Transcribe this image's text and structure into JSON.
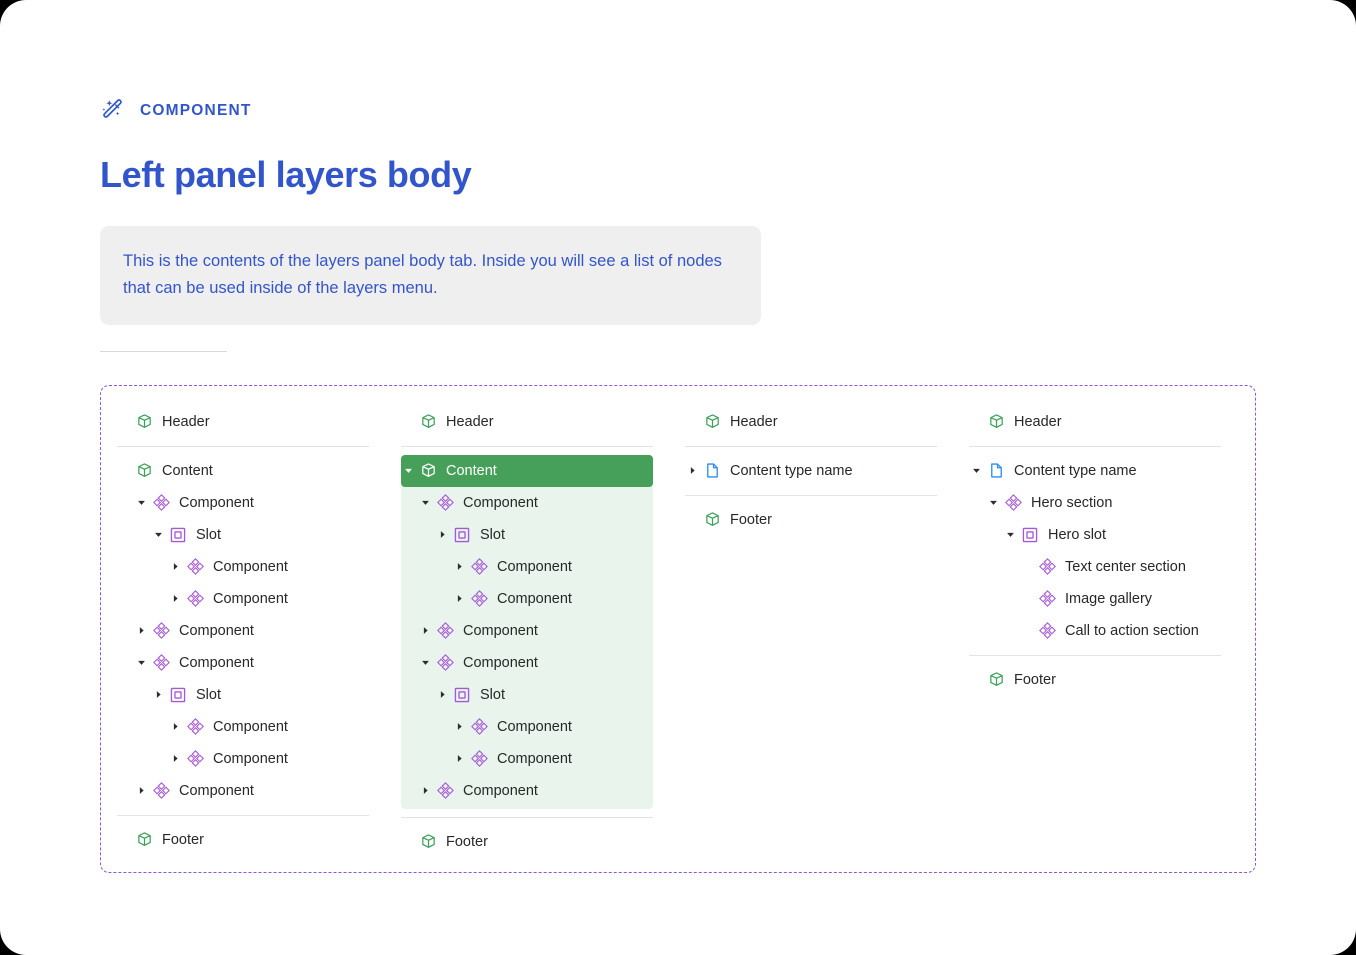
{
  "header": {
    "eyebrow_label": "COMPONENT",
    "eyebrow_icon": "magic-wand-icon",
    "title": "Left panel layers body"
  },
  "callout": {
    "text": "This is the contents of the layers panel body tab. Inside you will see a list of nodes that can be used inside of the layers menu."
  },
  "colors": {
    "accent_blue": "#3355cc",
    "selected_green": "#47a05a",
    "tint_green": "#e9f4ec",
    "cube_green": "#3ba05a",
    "component_purple": "#a558d8",
    "slot_purple": "#a558d8",
    "doc_blue": "#2d8cf0",
    "dashed_border": "#8b58d8",
    "callout_bg": "#efefef",
    "divider": "#e3e3e3"
  },
  "columns": [
    {
      "name": "column-1",
      "groups": [
        {
          "name": "header-group",
          "tint": false,
          "rows": [
            {
              "label": "Header",
              "icon": "cube-icon",
              "caret": "none",
              "indent": 0,
              "state": "default"
            }
          ]
        },
        {
          "name": "content-group",
          "tint": false,
          "rows": [
            {
              "label": "Content",
              "icon": "cube-icon",
              "caret": "none",
              "indent": 0,
              "state": "default"
            },
            {
              "label": "Component",
              "icon": "component-icon",
              "caret": "down",
              "indent": 1,
              "state": "default"
            },
            {
              "label": "Slot",
              "icon": "slot-icon",
              "caret": "down",
              "indent": 2,
              "state": "default"
            },
            {
              "label": "Component",
              "icon": "component-icon",
              "caret": "right",
              "indent": 3,
              "state": "default"
            },
            {
              "label": "Component",
              "icon": "component-icon",
              "caret": "right",
              "indent": 3,
              "state": "default"
            },
            {
              "label": "Component",
              "icon": "component-icon",
              "caret": "right",
              "indent": 1,
              "state": "default"
            },
            {
              "label": "Component",
              "icon": "component-icon",
              "caret": "down",
              "indent": 1,
              "state": "default"
            },
            {
              "label": "Slot",
              "icon": "slot-icon",
              "caret": "right",
              "indent": 2,
              "state": "default"
            },
            {
              "label": "Component",
              "icon": "component-icon",
              "caret": "right",
              "indent": 3,
              "state": "default"
            },
            {
              "label": "Component",
              "icon": "component-icon",
              "caret": "right",
              "indent": 3,
              "state": "default"
            },
            {
              "label": "Component",
              "icon": "component-icon",
              "caret": "right",
              "indent": 1,
              "state": "default"
            }
          ]
        },
        {
          "name": "footer-group",
          "tint": false,
          "rows": [
            {
              "label": "Footer",
              "icon": "cube-icon",
              "caret": "none",
              "indent": 0,
              "state": "default"
            }
          ]
        }
      ]
    },
    {
      "name": "column-2",
      "groups": [
        {
          "name": "header-group",
          "tint": false,
          "rows": [
            {
              "label": "Header",
              "icon": "cube-icon",
              "caret": "none",
              "indent": 0,
              "state": "default"
            }
          ]
        },
        {
          "name": "content-group",
          "tint": true,
          "rows": [
            {
              "label": "Content",
              "icon": "cube-icon",
              "caret": "down",
              "indent": 0,
              "state": "selected"
            },
            {
              "label": "Component",
              "icon": "component-icon",
              "caret": "down",
              "indent": 1,
              "state": "tinted"
            },
            {
              "label": "Slot",
              "icon": "slot-icon",
              "caret": "right",
              "indent": 2,
              "state": "tinted"
            },
            {
              "label": "Component",
              "icon": "component-icon",
              "caret": "right",
              "indent": 3,
              "state": "tinted"
            },
            {
              "label": "Component",
              "icon": "component-icon",
              "caret": "right",
              "indent": 3,
              "state": "tinted"
            },
            {
              "label": "Component",
              "icon": "component-icon",
              "caret": "right",
              "indent": 1,
              "state": "tinted"
            },
            {
              "label": "Component",
              "icon": "component-icon",
              "caret": "down",
              "indent": 1,
              "state": "tinted"
            },
            {
              "label": "Slot",
              "icon": "slot-icon",
              "caret": "right",
              "indent": 2,
              "state": "tinted"
            },
            {
              "label": "Component",
              "icon": "component-icon",
              "caret": "right",
              "indent": 3,
              "state": "tinted"
            },
            {
              "label": "Component",
              "icon": "component-icon",
              "caret": "right",
              "indent": 3,
              "state": "tinted"
            },
            {
              "label": "Component",
              "icon": "component-icon",
              "caret": "right",
              "indent": 1,
              "state": "tinted"
            }
          ]
        },
        {
          "name": "footer-group",
          "tint": false,
          "rows": [
            {
              "label": "Footer",
              "icon": "cube-icon",
              "caret": "none",
              "indent": 0,
              "state": "default"
            }
          ]
        }
      ]
    },
    {
      "name": "column-3",
      "groups": [
        {
          "name": "header-group",
          "tint": false,
          "rows": [
            {
              "label": "Header",
              "icon": "cube-icon",
              "caret": "none",
              "indent": 0,
              "state": "default"
            }
          ]
        },
        {
          "name": "content-group",
          "tint": false,
          "rows": [
            {
              "label": "Content type name",
              "icon": "document-icon",
              "caret": "right",
              "indent": 0,
              "state": "default"
            }
          ]
        },
        {
          "name": "footer-group",
          "tint": false,
          "rows": [
            {
              "label": "Footer",
              "icon": "cube-icon",
              "caret": "none",
              "indent": 0,
              "state": "default"
            }
          ]
        }
      ]
    },
    {
      "name": "column-4",
      "groups": [
        {
          "name": "header-group",
          "tint": false,
          "rows": [
            {
              "label": "Header",
              "icon": "cube-icon",
              "caret": "none",
              "indent": 0,
              "state": "default"
            }
          ]
        },
        {
          "name": "content-group",
          "tint": false,
          "rows": [
            {
              "label": "Content type name",
              "icon": "document-icon",
              "caret": "down",
              "indent": 0,
              "state": "default"
            },
            {
              "label": "Hero section",
              "icon": "component-icon",
              "caret": "down",
              "indent": 1,
              "state": "default"
            },
            {
              "label": "Hero slot",
              "icon": "slot-icon",
              "caret": "down",
              "indent": 2,
              "state": "default"
            },
            {
              "label": "Text center section",
              "icon": "component-icon",
              "caret": "none",
              "indent": 3,
              "state": "default"
            },
            {
              "label": "Image gallery",
              "icon": "component-icon",
              "caret": "none",
              "indent": 3,
              "state": "default"
            },
            {
              "label": "Call to action section",
              "icon": "component-icon",
              "caret": "none",
              "indent": 3,
              "state": "default"
            }
          ]
        },
        {
          "name": "footer-group",
          "tint": false,
          "rows": [
            {
              "label": "Footer",
              "icon": "cube-icon",
              "caret": "none",
              "indent": 0,
              "state": "default"
            }
          ]
        }
      ]
    }
  ]
}
